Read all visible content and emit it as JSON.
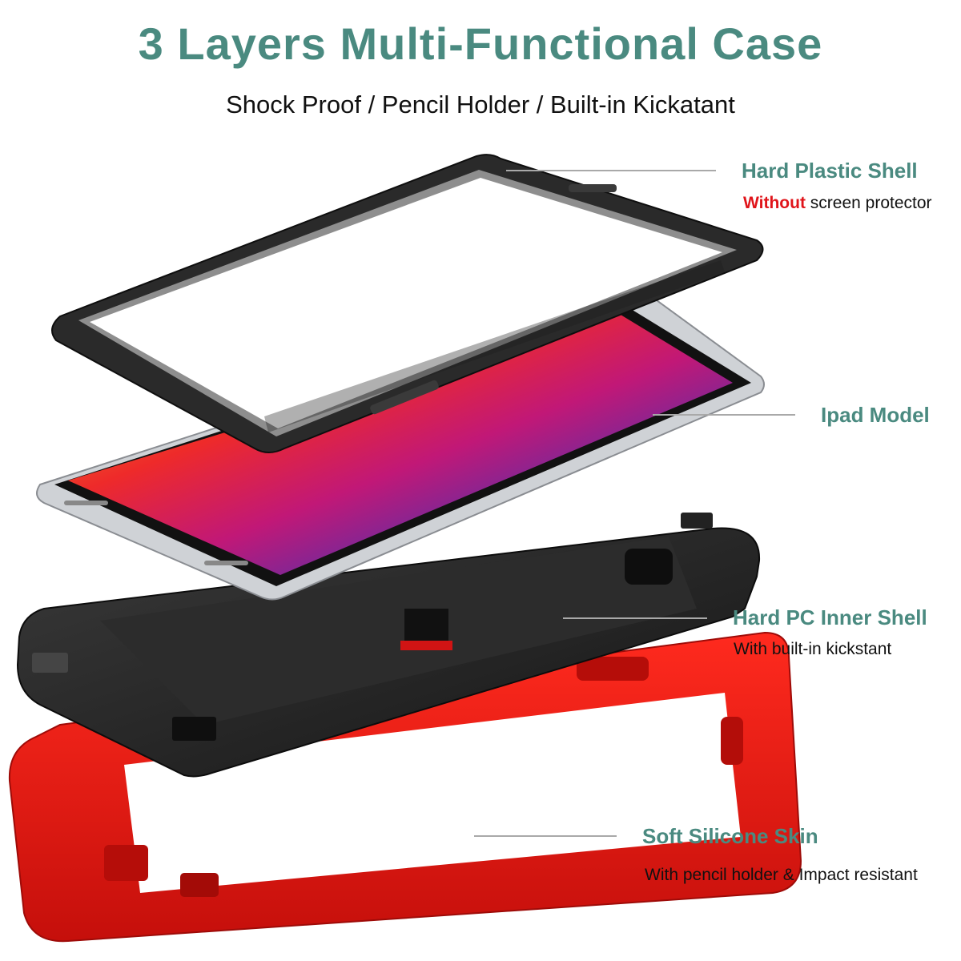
{
  "title": "3 Layers Multi-Functional Case",
  "subtitle": "Shock Proof / Pencil Holder / Built-in Kickatant",
  "colors": {
    "accent": "#4a8a80",
    "warning": "#e0141a",
    "silicone_red": "#e3130f",
    "shell_black": "#1e1e1e"
  },
  "callouts": [
    {
      "heading": "Hard Plastic Shell",
      "sub_emphasis": "Without",
      "sub_text": "screen protector"
    },
    {
      "heading": "Ipad Model"
    },
    {
      "heading": "Hard PC Inner Shell",
      "sub_text": "With built-in kickstant"
    },
    {
      "heading": "Soft Silicone Skin",
      "sub_text": "With pencil holder & Impact resistant"
    }
  ]
}
